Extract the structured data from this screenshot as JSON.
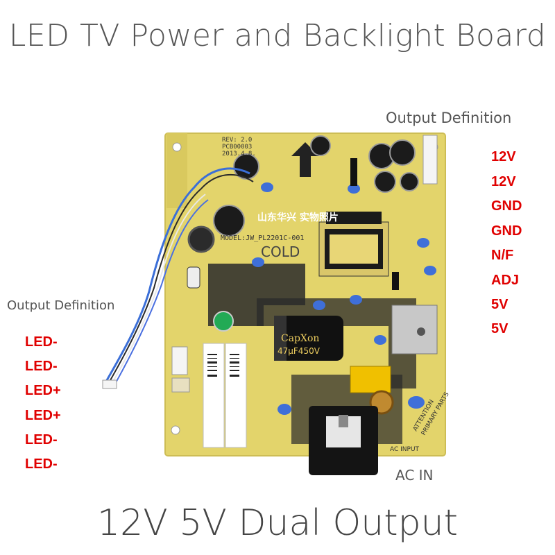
{
  "title": "LED TV Power and Backlight Board",
  "bottom_title": "12V 5V Dual Output",
  "right_header": "Output Definition",
  "left_header": "Output Definition",
  "ac_in_label": "AC IN",
  "right_pins": [
    "12V",
    "12V",
    "GND",
    "GND",
    "N/F",
    "ADJ",
    "5V",
    "5V"
  ],
  "left_pins": [
    "LED-",
    "LED-",
    "LED+",
    "LED+",
    "LED-",
    "LED-"
  ],
  "pcb": {
    "rev": "REV: 2.0",
    "pcb_no": "PCB00003",
    "date": "2013.4.8.",
    "model": "MODEL:JW_PL2201C-001",
    "cold": "COLD",
    "watermark": "山东华兴 实物照片",
    "cap_brand": "CapXon",
    "cap_value": "47µF450V",
    "attention": "ATTENTION",
    "primary": "PRIMARY PARTS",
    "ac_input": "AC INPUT"
  },
  "colors": {
    "pcb_yellow": "#e6d56a",
    "pin_red": "#e00000",
    "text_gray": "#555555"
  }
}
